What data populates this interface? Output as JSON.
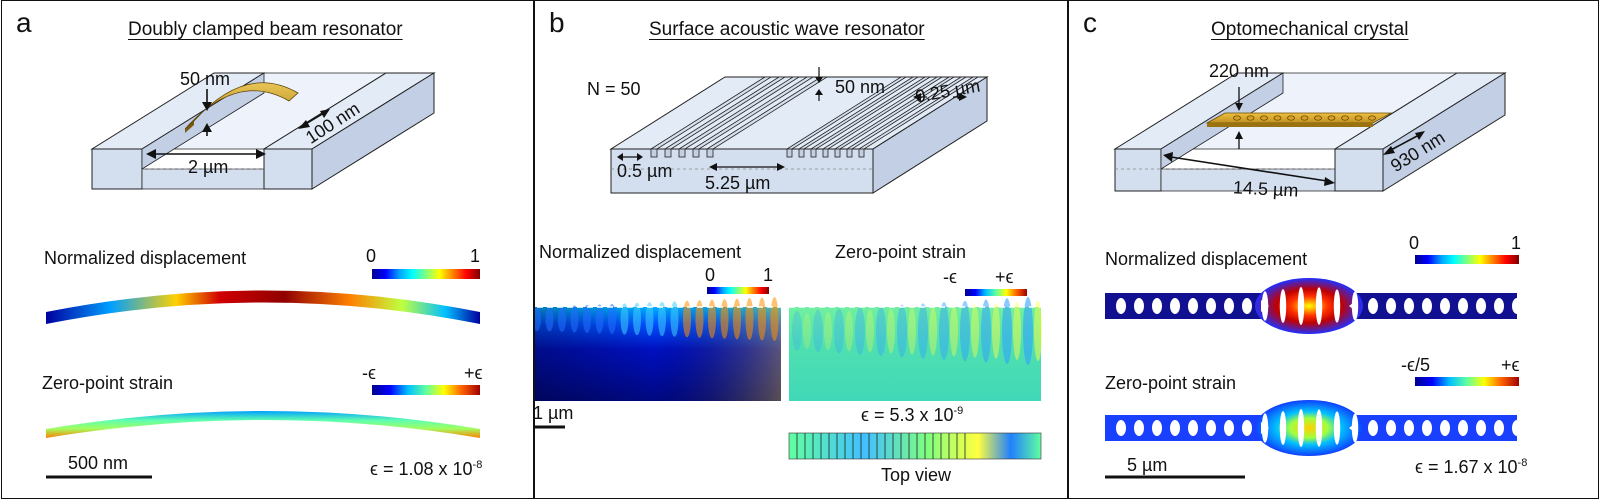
{
  "panels": {
    "a": {
      "label": "a",
      "title": "Doubly clamped beam resonator",
      "dims": {
        "thickness": "50 nm",
        "length": "2 µm",
        "width": "100 nm"
      },
      "displacement": {
        "label": "Normalized displacement",
        "min": "0",
        "max": "1"
      },
      "strain": {
        "label": "Zero-point strain",
        "min": "-ϵ",
        "max": "+ϵ"
      },
      "scalebar": "500 nm",
      "epsilon": {
        "prefix": "ϵ = 1.08 x 10",
        "exp": "-8"
      }
    },
    "b": {
      "label": "b",
      "title": "Surface acoustic wave resonator",
      "n_label": "N = 50",
      "dims": {
        "depth": "50 nm",
        "period": "0.25 µm",
        "finger": "0.5 µm",
        "gap": "5.25 µm"
      },
      "displacement": {
        "label": "Normalized displacement",
        "min": "0",
        "max": "1"
      },
      "strain": {
        "label": "Zero-point strain",
        "min": "-ϵ",
        "max": "+ϵ"
      },
      "scalebar": "1 µm",
      "epsilon": {
        "prefix": "ϵ = 5.3 x 10",
        "exp": "-9"
      },
      "top_view": "Top view"
    },
    "c": {
      "label": "c",
      "title": "Optomechanical  crystal",
      "dims": {
        "thickness": "220 nm",
        "length": "14.5 µm",
        "width": "930 nm"
      },
      "displacement": {
        "label": "Normalized displacement",
        "min": "0",
        "max": "1"
      },
      "strain": {
        "label": "Zero-point strain",
        "min": "-ϵ/5",
        "max": "+ϵ"
      },
      "scalebar": "5 µm",
      "epsilon": {
        "prefix": "ϵ = 1.67 x 10",
        "exp": "-8"
      }
    }
  },
  "colors": {
    "block_top": "#e3ebf7",
    "block_front": "#d3deef",
    "block_side": "#c2cfe4",
    "gold": "#c9a030",
    "outline": "#222222"
  }
}
